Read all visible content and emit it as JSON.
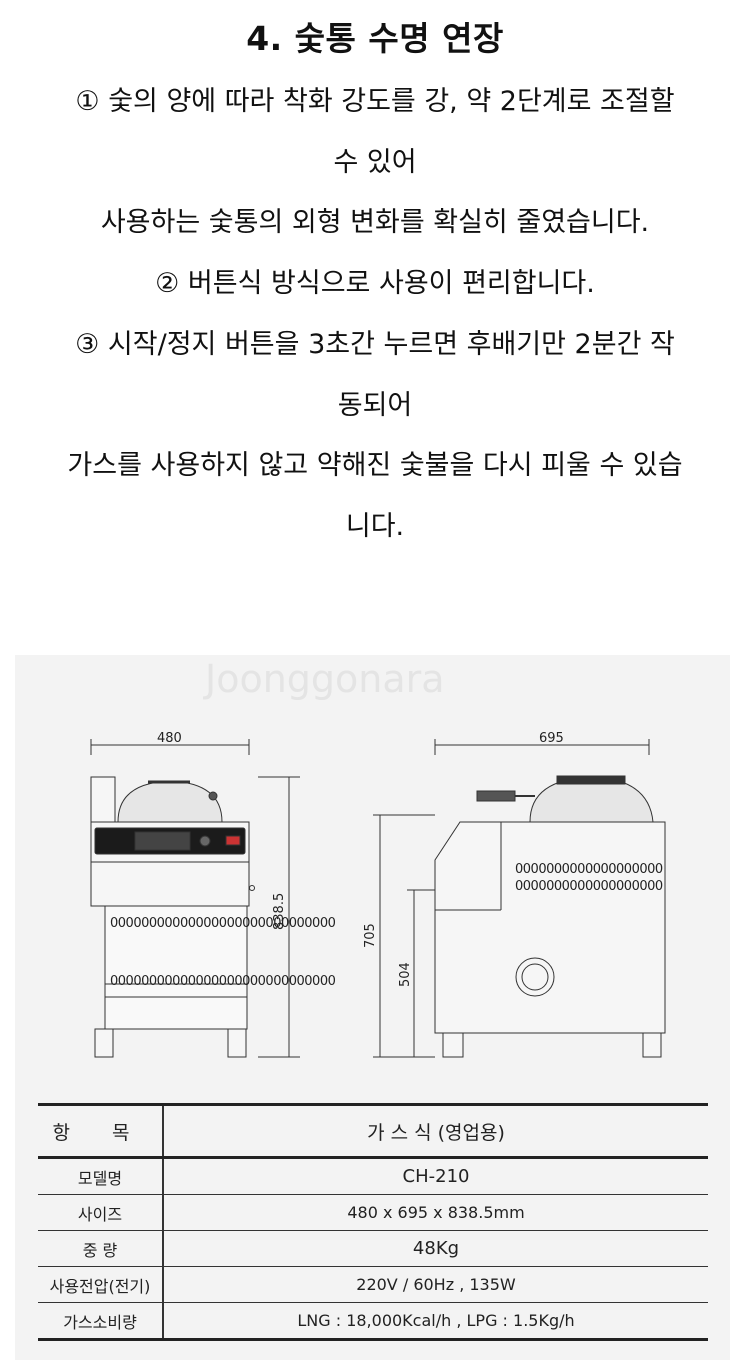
{
  "heading": "4. 숯통 수명 연장",
  "paragraph_lines": [
    "① 숯의 양에 따라 착화 강도를 강, 약 2단계로 조절할",
    "수 있어",
    "사용하는 숯통의 외형 변화를 확실히 줄였습니다.",
    "② 버튼식 방식으로 사용이 편리합니다.",
    "③ 시작/정지 버튼을 3초간 누르면 후배기만 2분간 작",
    "동되어",
    "가스를 사용하지 않고 약해진 숯불을 다시 피울 수 있습",
    "니다."
  ],
  "watermark": "Joonggonara",
  "drawing": {
    "front_width": "480",
    "front_height": "838.5",
    "side_width": "695",
    "side_height": "705",
    "side_table_height": "504"
  },
  "spec_table": {
    "header": {
      "label": "항 목",
      "value": "가 스 식 (영업용)"
    },
    "rows": [
      {
        "label": "모델명",
        "value": "CH-210"
      },
      {
        "label": "사이즈",
        "value": "480 x 695 x 838.5mm"
      },
      {
        "label": "중 량",
        "value": "48Kg"
      },
      {
        "label": "사용전압(전기)",
        "value": "220V / 60Hz , 135W"
      },
      {
        "label": "가스소비량",
        "value": "LNG : 18,000Kcal/h , LPG : 1.5Kg/h"
      }
    ]
  }
}
